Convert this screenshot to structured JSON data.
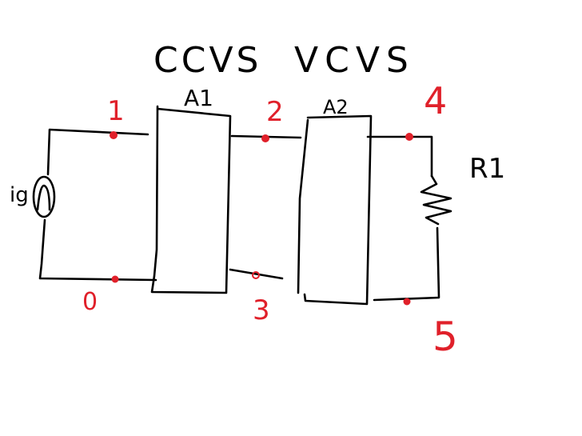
{
  "titles": {
    "left": "CCVS",
    "right": "VCVS"
  },
  "blocks": {
    "a1": "A1",
    "a2": "A2"
  },
  "source": {
    "label": "ig"
  },
  "resistor": {
    "label": "R1"
  },
  "nodes": [
    "1",
    "0",
    "2",
    "3",
    "4",
    "5"
  ],
  "colors": {
    "ink": "#000000",
    "node": "#e0202a"
  }
}
